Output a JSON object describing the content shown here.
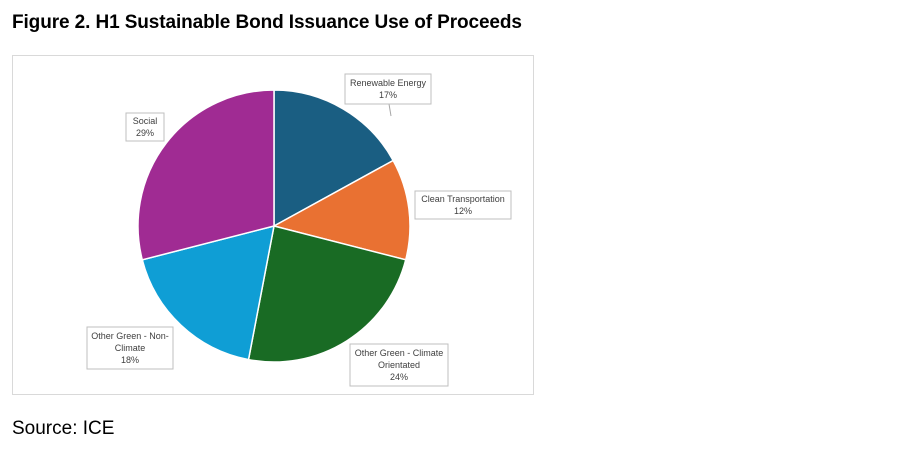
{
  "figure": {
    "title": "Figure 2. H1 Sustainable Bond Issuance Use of Proceeds",
    "source": "Source: ICE"
  },
  "chart_data": {
    "type": "pie",
    "title": "",
    "slices": [
      {
        "name": "Renewable Energy",
        "label_lines": [
          "Renewable Energy",
          "17%"
        ],
        "value": 17,
        "color": "#1a5e82"
      },
      {
        "name": "Clean Transportation",
        "label_lines": [
          "Clean Transportation",
          "12%"
        ],
        "value": 12,
        "color": "#e97132"
      },
      {
        "name": "Other Green - Climate Orientated",
        "label_lines": [
          "Other Green - Climate",
          "Orientated",
          "24%"
        ],
        "value": 24,
        "color": "#196b24"
      },
      {
        "name": "Other Green - Non-Climate",
        "label_lines": [
          "Other Green - Non-",
          "Climate",
          "18%"
        ],
        "value": 18,
        "color": "#0f9ed5"
      },
      {
        "name": "Social",
        "label_lines": [
          "Social",
          "29%"
        ],
        "value": 29,
        "color": "#a02b93"
      }
    ],
    "start_angle_deg": 0,
    "direction": "clockwise",
    "legend": "none",
    "data_labels": "callout"
  }
}
